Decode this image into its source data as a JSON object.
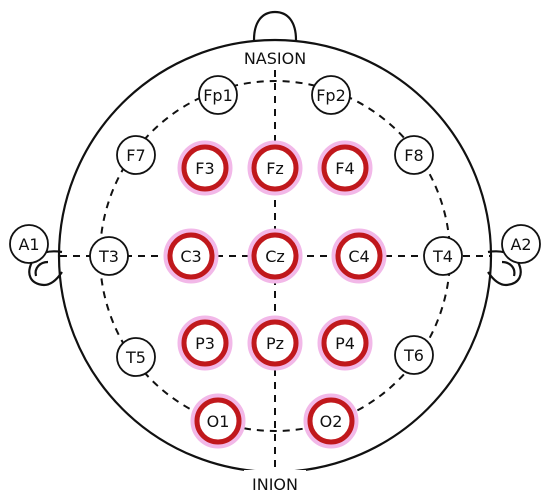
{
  "diagram": {
    "landmarks": {
      "top": "NASION",
      "bottom": "INION"
    },
    "electrodes": {
      "fp1": {
        "label": "Fp1",
        "highlighted": false
      },
      "fp2": {
        "label": "Fp2",
        "highlighted": false
      },
      "f7": {
        "label": "F7",
        "highlighted": false
      },
      "f3": {
        "label": "F3",
        "highlighted": true
      },
      "fz": {
        "label": "Fz",
        "highlighted": true
      },
      "f4": {
        "label": "F4",
        "highlighted": true
      },
      "f8": {
        "label": "F8",
        "highlighted": false
      },
      "a1": {
        "label": "A1",
        "highlighted": false
      },
      "t3": {
        "label": "T3",
        "highlighted": false
      },
      "c3": {
        "label": "C3",
        "highlighted": true
      },
      "cz": {
        "label": "Cz",
        "highlighted": true
      },
      "c4": {
        "label": "C4",
        "highlighted": true
      },
      "t4": {
        "label": "T4",
        "highlighted": false
      },
      "a2": {
        "label": "A2",
        "highlighted": false
      },
      "t5": {
        "label": "T5",
        "highlighted": false
      },
      "p3": {
        "label": "P3",
        "highlighted": true
      },
      "pz": {
        "label": "Pz",
        "highlighted": true
      },
      "p4": {
        "label": "P4",
        "highlighted": true
      },
      "t6": {
        "label": "T6",
        "highlighted": false
      },
      "o1": {
        "label": "O1",
        "highlighted": true
      },
      "o2": {
        "label": "O2",
        "highlighted": true
      }
    },
    "colors": {
      "outline": "#111111",
      "highlight_ring": "#c0181c",
      "highlight_glow": "#f2b8e8",
      "electrode_fill": "#ffffff"
    }
  }
}
